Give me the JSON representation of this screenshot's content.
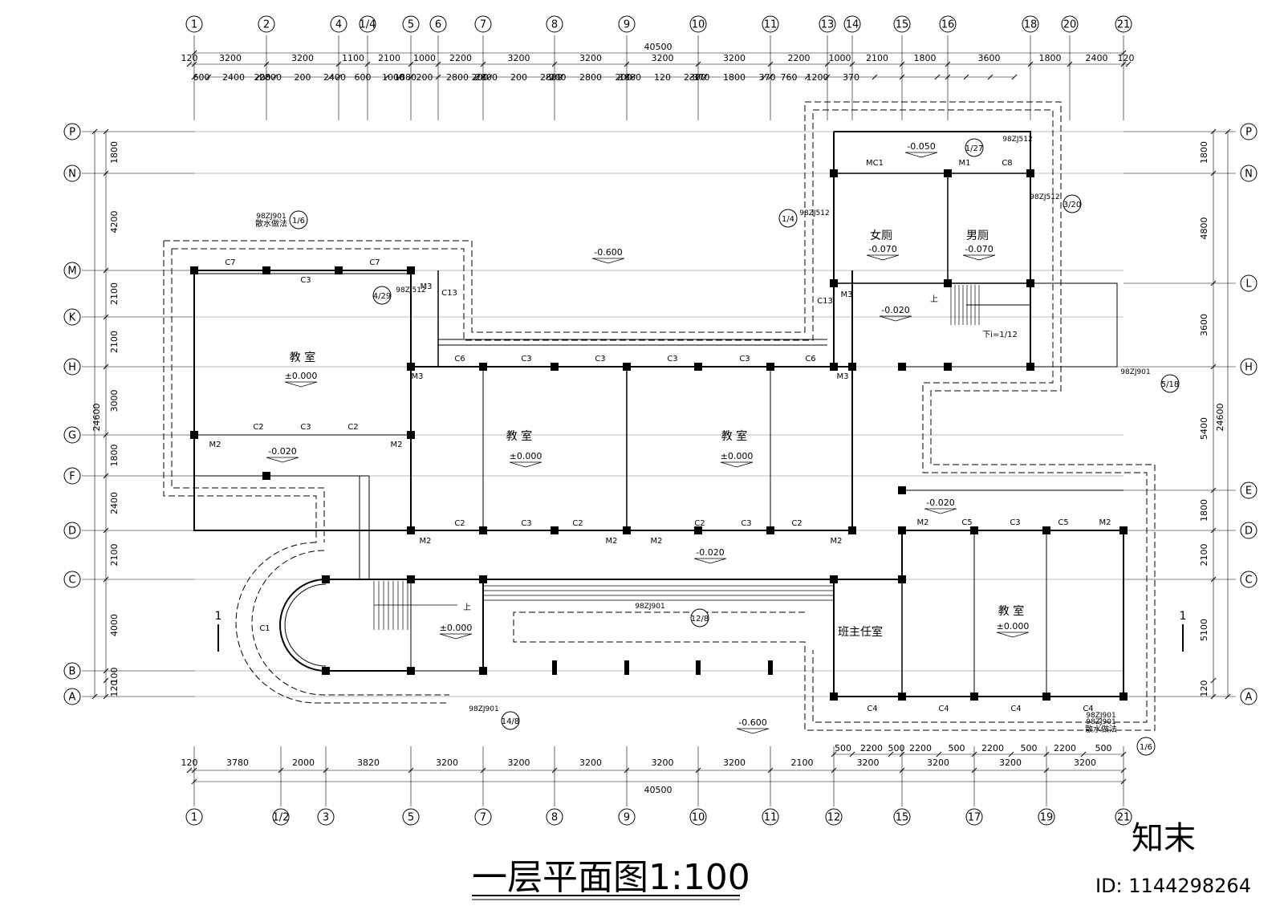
{
  "title": "一层平面图1:100",
  "watermark": {
    "brand": "知末",
    "id": "ID: 1144298264"
  },
  "grid_top": [
    "1",
    "2",
    "4",
    "1/4",
    "5",
    "6",
    "7",
    "8",
    "9",
    "10",
    "11",
    "13",
    "14",
    "15",
    "16",
    "18",
    "20",
    "21"
  ],
  "grid_bottom": [
    "1",
    "1/2",
    "3",
    "5",
    "7",
    "8",
    "9",
    "10",
    "11",
    "12",
    "15",
    "17",
    "19",
    "21"
  ],
  "grid_rows_left": [
    "P",
    "N",
    "M",
    "K",
    "H",
    "G",
    "F",
    "D",
    "C",
    "B",
    "A"
  ],
  "grid_rows_right": [
    "P",
    "N",
    "L",
    "H",
    "E",
    "D",
    "C",
    "A"
  ],
  "dims_top_total": "40500",
  "dims_top_row1": [
    "120",
    "3200",
    "3200",
    "1100",
    "2100",
    "1000",
    "2200",
    "3200",
    "3200",
    "3200",
    "3200",
    "2200",
    "1000",
    "2100",
    "1800",
    "3600",
    "1800",
    "2400",
    "120"
  ],
  "dims_top_row2": [
    "600",
    "2400",
    "200",
    "2800",
    "200",
    "2400",
    "600",
    "1000",
    "1880",
    "200",
    "2800",
    "200",
    "2800",
    "200",
    "2800",
    "200",
    "2800",
    "200",
    "1880",
    "120",
    "2300",
    "370",
    "1800",
    "370",
    "760",
    "1200",
    "370"
  ],
  "dims_bottom_total": "40500",
  "dims_bottom_row1": [
    "120",
    "3780",
    "2000",
    "3820",
    "3200",
    "3200",
    "3200",
    "3200",
    "3200",
    "2100",
    "3200",
    "3200",
    "3200",
    "3200"
  ],
  "dims_bottom_row2": [
    "500",
    "2200",
    "500",
    "2200",
    "500",
    "2200",
    "500",
    "2200",
    "500"
  ],
  "dims_left_total": "24600",
  "dims_left": [
    "1800",
    "4200",
    "2100",
    "2100",
    "3000",
    "1800",
    "2400",
    "2100",
    "4000",
    "100",
    "120"
  ],
  "dims_right_total": "24600",
  "dims_right": [
    "1800",
    "4800",
    "3600",
    "5400",
    "1800",
    "2100",
    "5100",
    "120"
  ],
  "rooms": [
    "教  室",
    "教  室",
    "教  室",
    "教  室",
    "班主任室",
    "女厕",
    "男厕"
  ],
  "levels": [
    "±0.000",
    "±0.000",
    "±0.000",
    "±0.000",
    "±0.000",
    "-0.600",
    "-0.600",
    "-0.020",
    "-0.020",
    "-0.020",
    "-0.020",
    "-0.050",
    "-0.070",
    "-0.070"
  ],
  "windows": [
    "C7",
    "C3",
    "C7",
    "C2",
    "C3",
    "C2",
    "C2",
    "C3",
    "C2",
    "C2",
    "C3",
    "C2",
    "C5",
    "C3",
    "C5",
    "C4",
    "C4",
    "C4",
    "C4",
    "C6",
    "C3",
    "C3",
    "C3",
    "C3",
    "C6",
    "C13",
    "C13",
    "C1",
    "C8"
  ],
  "doors": [
    "M2",
    "M2",
    "M2",
    "M2",
    "M2",
    "M2",
    "M2",
    "M2",
    "M3",
    "M3",
    "M3",
    "M3",
    "M1",
    "MC1"
  ],
  "refs": [
    "98ZJ901",
    "98ZJ901",
    "98ZJ901",
    "98ZJ901",
    "98ZJ512",
    "98ZJ512",
    "98ZJ512",
    "98ZJ512",
    "98ZJ901",
    "98ZJ901"
  ],
  "detail_marks": [
    "1/6",
    "4/29",
    "1/4",
    "1/27",
    "3/20",
    "5/18",
    "12/8",
    "14/8",
    "1/6"
  ],
  "notes": [
    "散水做法",
    "散水做法",
    "上",
    "上",
    "下i=1/12"
  ],
  "section_marks": [
    "1",
    "1"
  ]
}
